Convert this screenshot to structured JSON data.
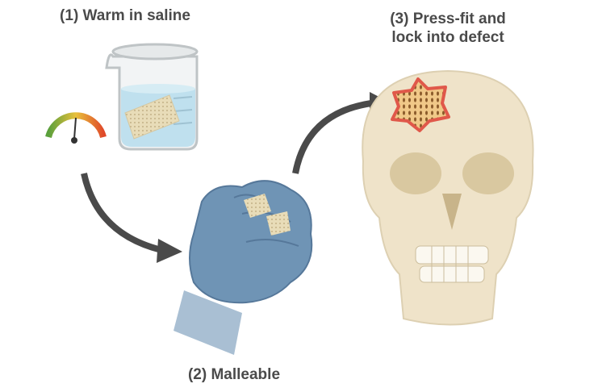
{
  "steps": [
    {
      "label": "(1) Warm in saline"
    },
    {
      "label": "(2) Malleable"
    },
    {
      "label_line1": "(3) Press-fit and",
      "label_line2": "lock into defect"
    }
  ],
  "colors": {
    "arrow": "#4a4a4a",
    "water": "#bfe0ee",
    "glove": "#6f94b5",
    "bone": "#efe3c9",
    "implant": "#e8a060",
    "implant_border": "#e0584a"
  }
}
